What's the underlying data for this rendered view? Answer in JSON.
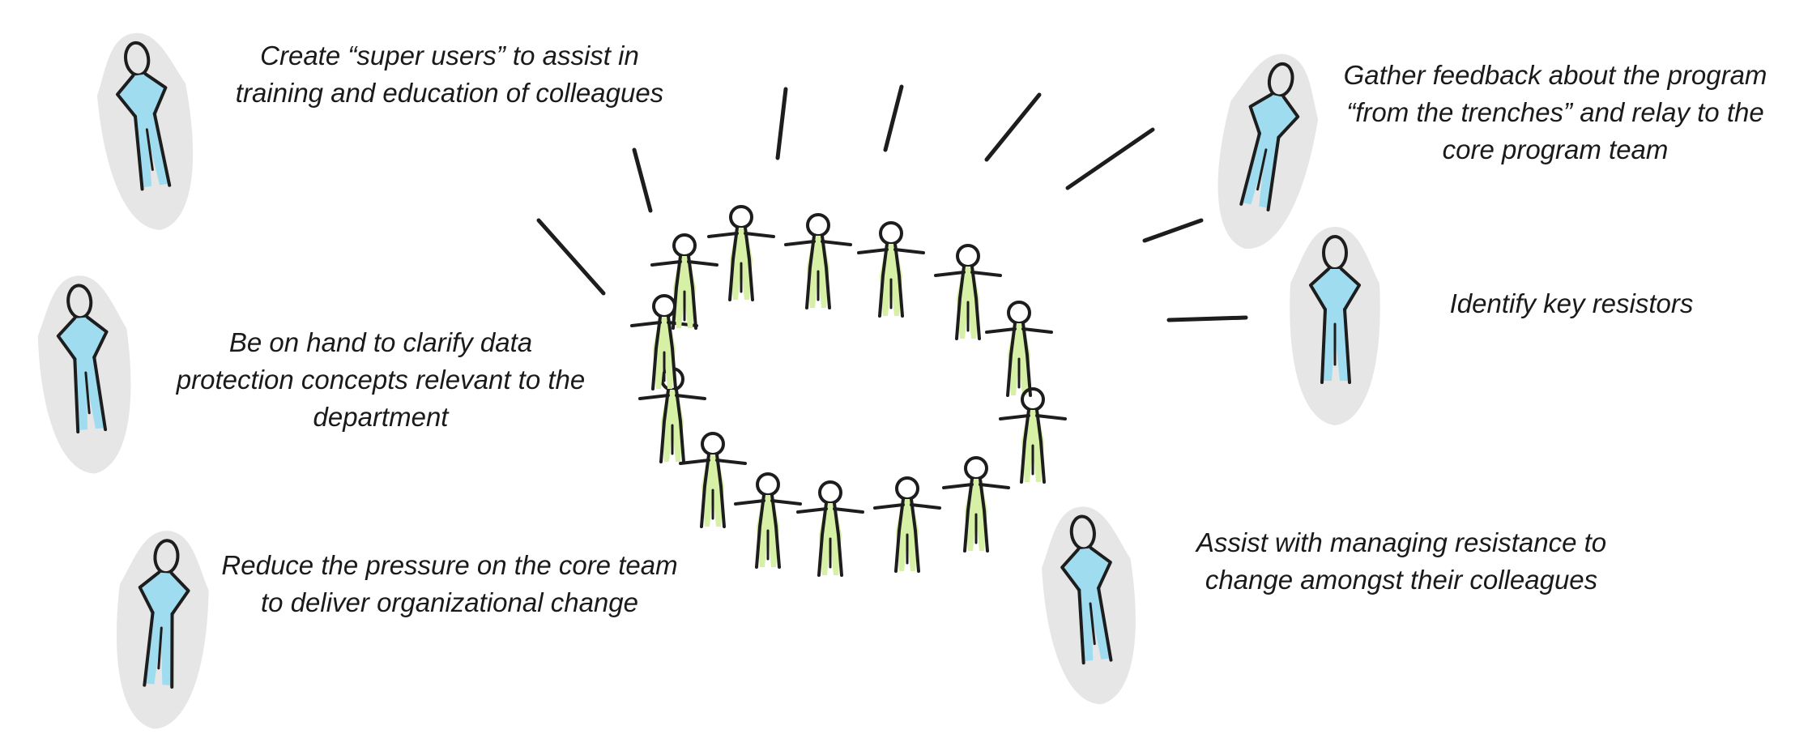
{
  "diagram": {
    "colors": {
      "team_fill": "#d6f0a6",
      "champion_fill": "#9fdcef",
      "shadow": "#e6e6e6",
      "ink": "#1d1d1d"
    },
    "captions": {
      "super_users": [
        "Create “super users” to assist in",
        "training and education of colleagues"
      ],
      "clarify": [
        "Be on hand to clarify data",
        "protection concepts relevant to the",
        "department"
      ],
      "reduce_pressure": [
        "Reduce the pressure on the core team",
        "to deliver organizational change"
      ],
      "feedback": [
        "Gather feedback about the program",
        "“from the trenches” and relay to the",
        "core program team"
      ],
      "resistors": [
        "Identify key resistors"
      ],
      "manage_resistance": [
        "Assist with managing resistance to",
        "change amongst their colleagues"
      ]
    },
    "icons": {
      "champion": "stick-figure-icon",
      "team": "people-circle-icon",
      "rays": "radiating-lines-icon"
    }
  }
}
